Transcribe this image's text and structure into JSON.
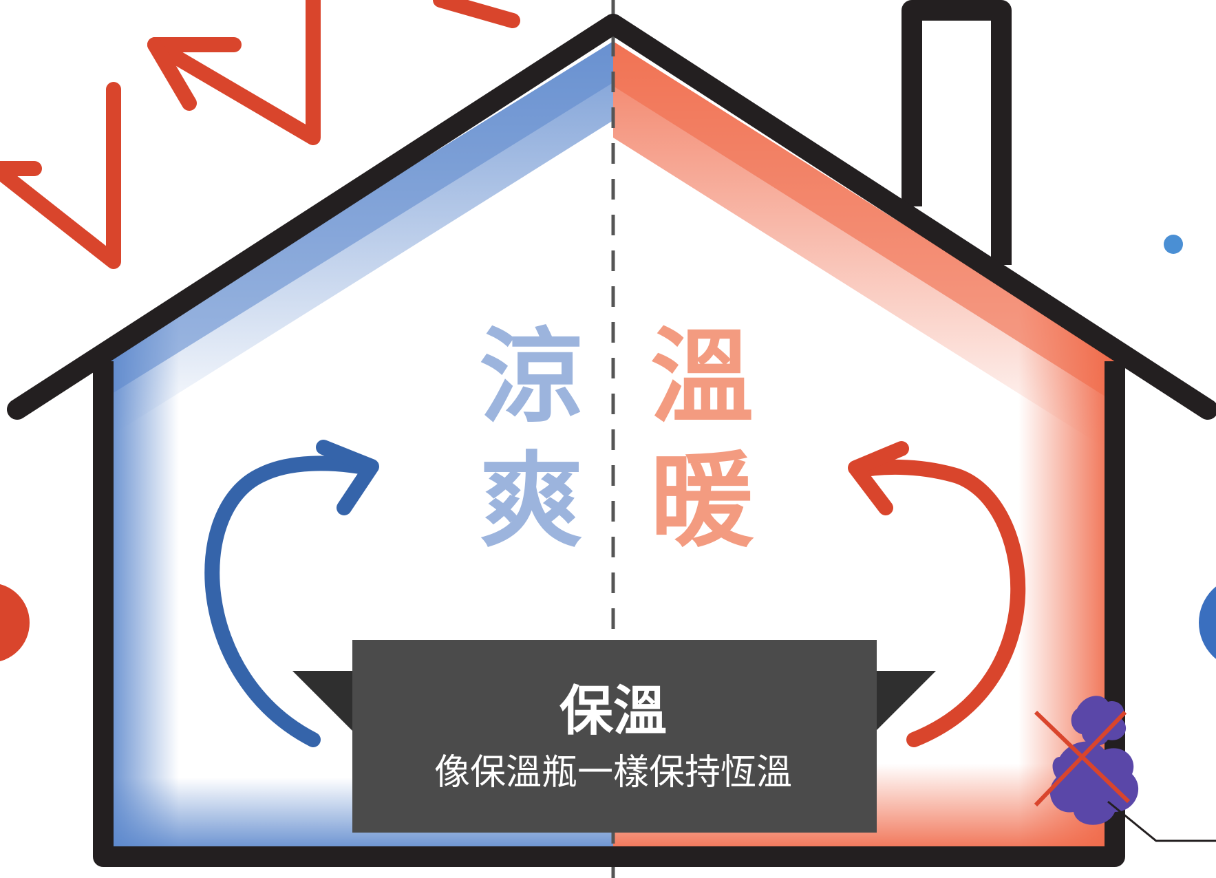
{
  "left_label": {
    "line1": "涼",
    "line2": "爽"
  },
  "right_label": {
    "line1": "溫",
    "line2": "暖"
  },
  "banner": {
    "title": "保溫",
    "subtitle": "像保溫瓶一樣保持恆溫"
  },
  "colors": {
    "cool_blue": "#5b87cc",
    "cool_arrow": "#3564aa",
    "cool_text": "#9cb4dd",
    "warm_red": "#f06a4a",
    "warm_arrow": "#d9452c",
    "warm_text": "#f39b80",
    "outline": "#231f20",
    "banner_bg": "#4b4b4b",
    "mold": "#5a47a8"
  },
  "icons": {
    "cool_arrow": "curved-arrow-up-right-icon",
    "warm_arrow": "curved-arrow-up-left-icon",
    "heat_wave": "zigzag-heat-arrow-icon",
    "mold": "mold-crossed-icon"
  }
}
